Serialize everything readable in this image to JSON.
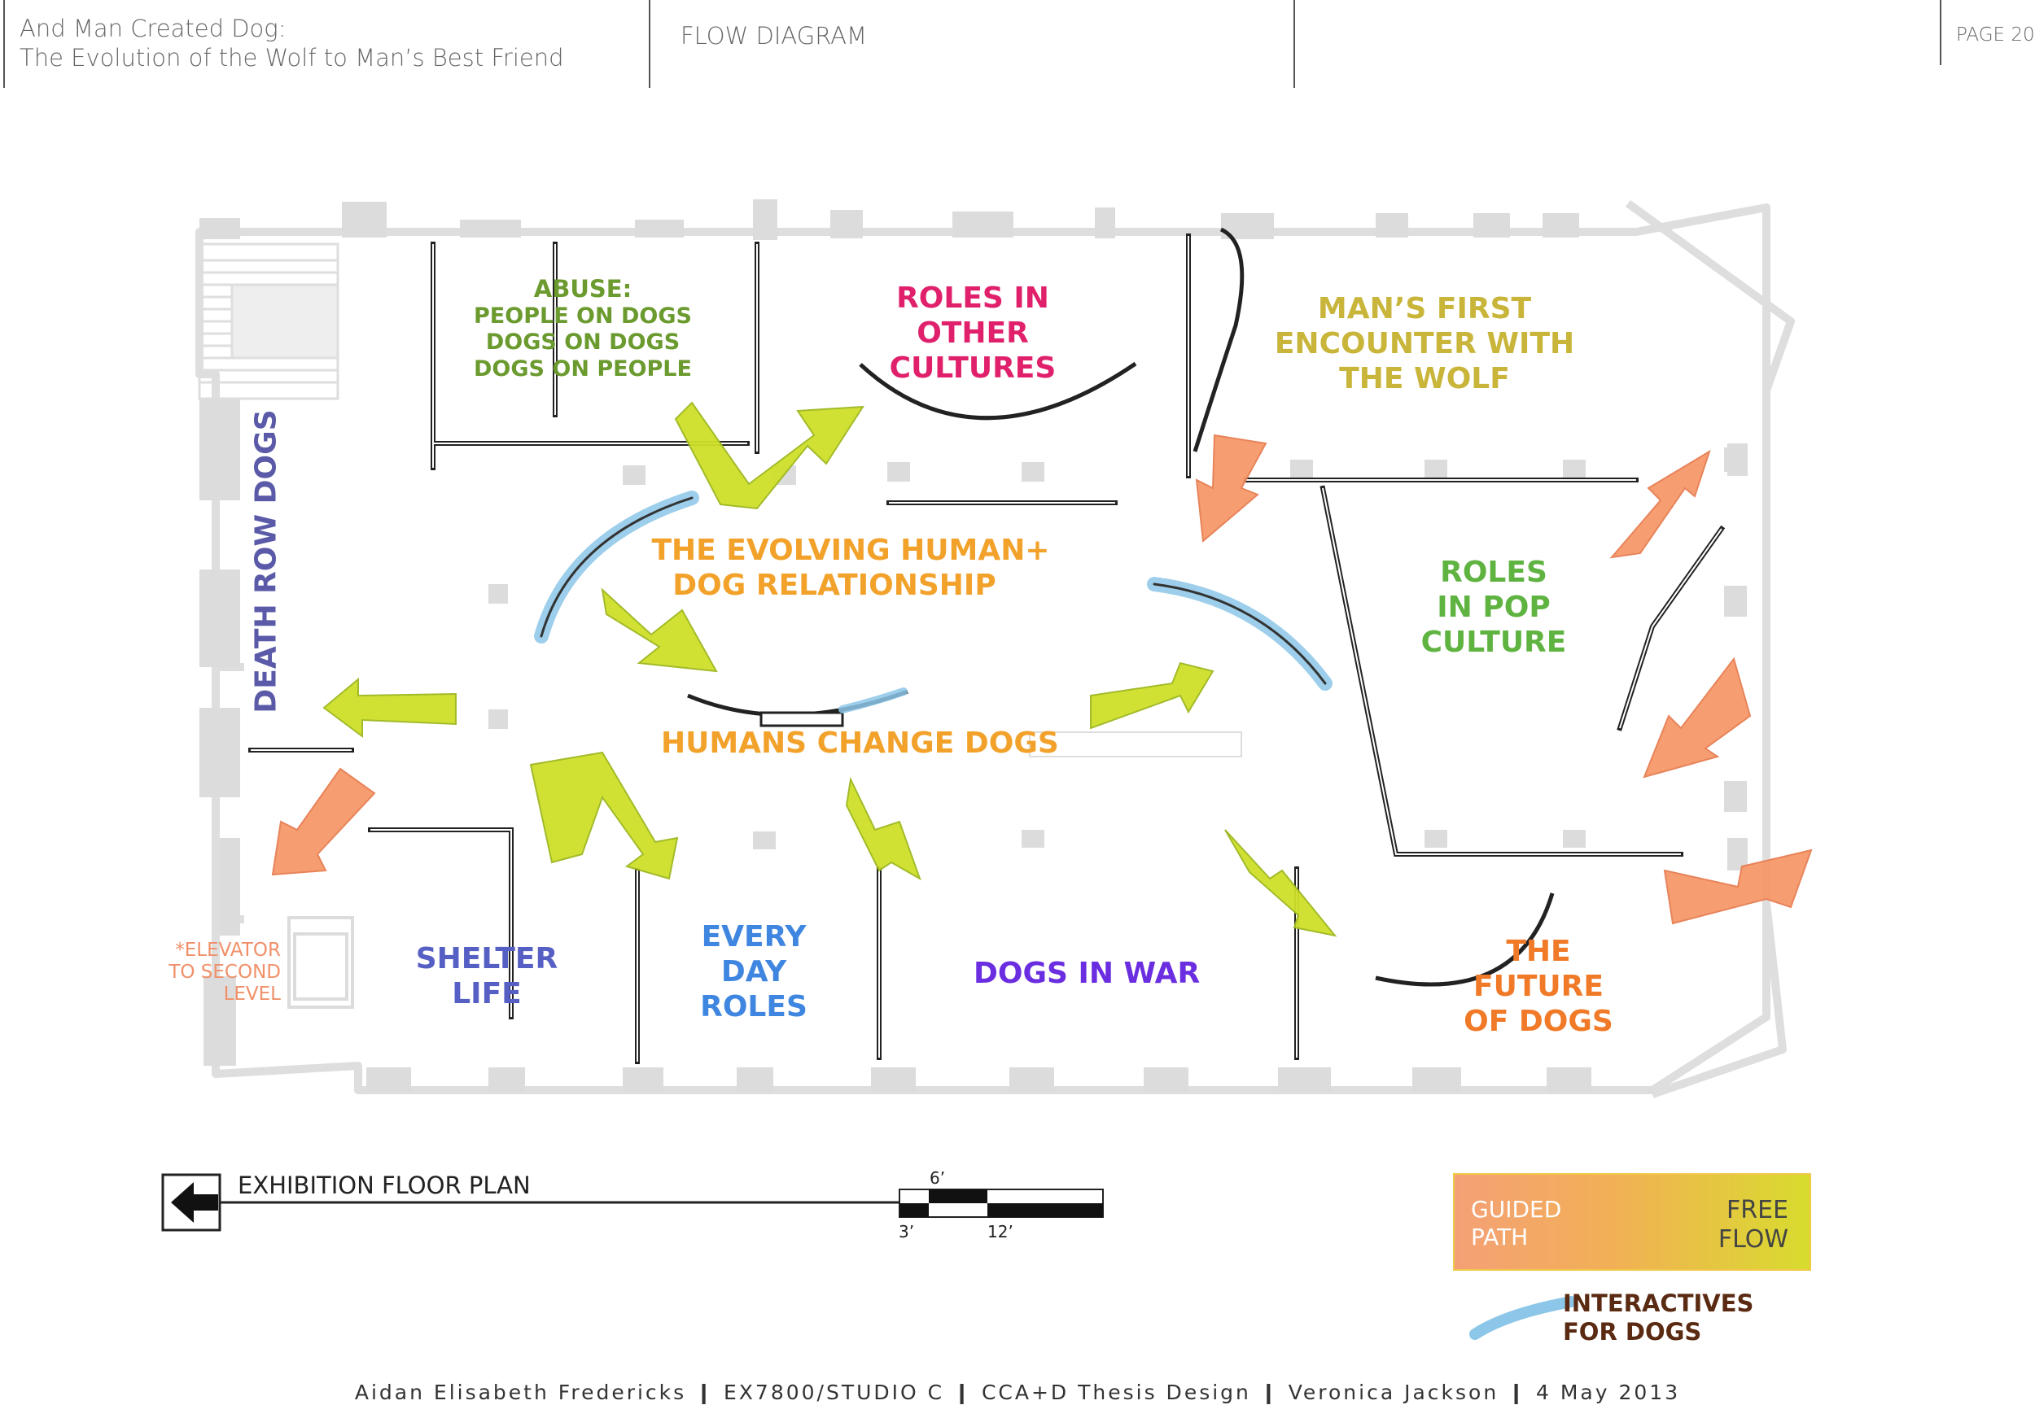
{
  "header": {
    "title_line1": "And Man Created Dog:",
    "title_line2": "The Evolution of the Wolf to Man’s Best Friend",
    "section": "FLOW DIAGRAM",
    "page": "PAGE 20"
  },
  "zones": {
    "abuse_title": "ABUSE:",
    "abuse_line1": "PEOPLE ON DOGS",
    "abuse_line2": "DOGS ON DOGS",
    "abuse_line3": "DOGS ON PEOPLE",
    "roles_other_1": "ROLES IN",
    "roles_other_2": "OTHER",
    "roles_other_3": "CULTURES",
    "first_encounter_1": "MAN’S FIRST",
    "first_encounter_2": "ENCOUNTER WITH",
    "first_encounter_3": "THE WOLF",
    "death_row": "DEATH ROW DOGS",
    "evolving_1": "THE EVOLVING HUMAN+",
    "evolving_2": "DOG RELATIONSHIP",
    "pop_1": "ROLES",
    "pop_2": "IN POP",
    "pop_3": "CULTURE",
    "humans_change": "HUMANS CHANGE DOGS",
    "elevator_1": "*ELEVATOR",
    "elevator_2": "TO SECOND",
    "elevator_3": "LEVEL",
    "shelter_1": "SHELTER",
    "shelter_2": "LIFE",
    "everyday_1": "EVERY",
    "everyday_2": "DAY",
    "everyday_3": "ROLES",
    "war": "DOGS IN WAR",
    "future_1": "THE",
    "future_2": "FUTURE",
    "future_3": "OF DOGS"
  },
  "colors": {
    "abuse": "#6b9a2e",
    "roles_other": "#e0206b",
    "first_encounter": "#c8b53a",
    "death_row": "#5a5aa8",
    "evolving": "#f2a22a",
    "pop": "#5fb341",
    "shelter": "#5660c4",
    "everyday": "#3f86e0",
    "war": "#6a2de0",
    "future": "#f07a28",
    "elevator": "#f0906a",
    "guided_arrow": "#f6996a",
    "free_arrow": "#cfe02a",
    "interactive": "#8cc6e8"
  },
  "scale": {
    "label": "EXHIBITION FLOOR PLAN",
    "tick_3": "3’",
    "tick_6": "6’",
    "tick_12": "12’"
  },
  "legend": {
    "guided_1": "GUIDED",
    "guided_2": "PATH",
    "free_1": "FREE",
    "free_2": "FLOW",
    "interactives_1": "INTERACTIVES",
    "interactives_2": "FOR DOGS"
  },
  "footer": {
    "text": "Aidan Elisabeth Fredericks ❙ EX7800/STUDIO C ❙ CCA+D Thesis Design  ❙ Veronica Jackson ❙ 4 May 2013"
  }
}
